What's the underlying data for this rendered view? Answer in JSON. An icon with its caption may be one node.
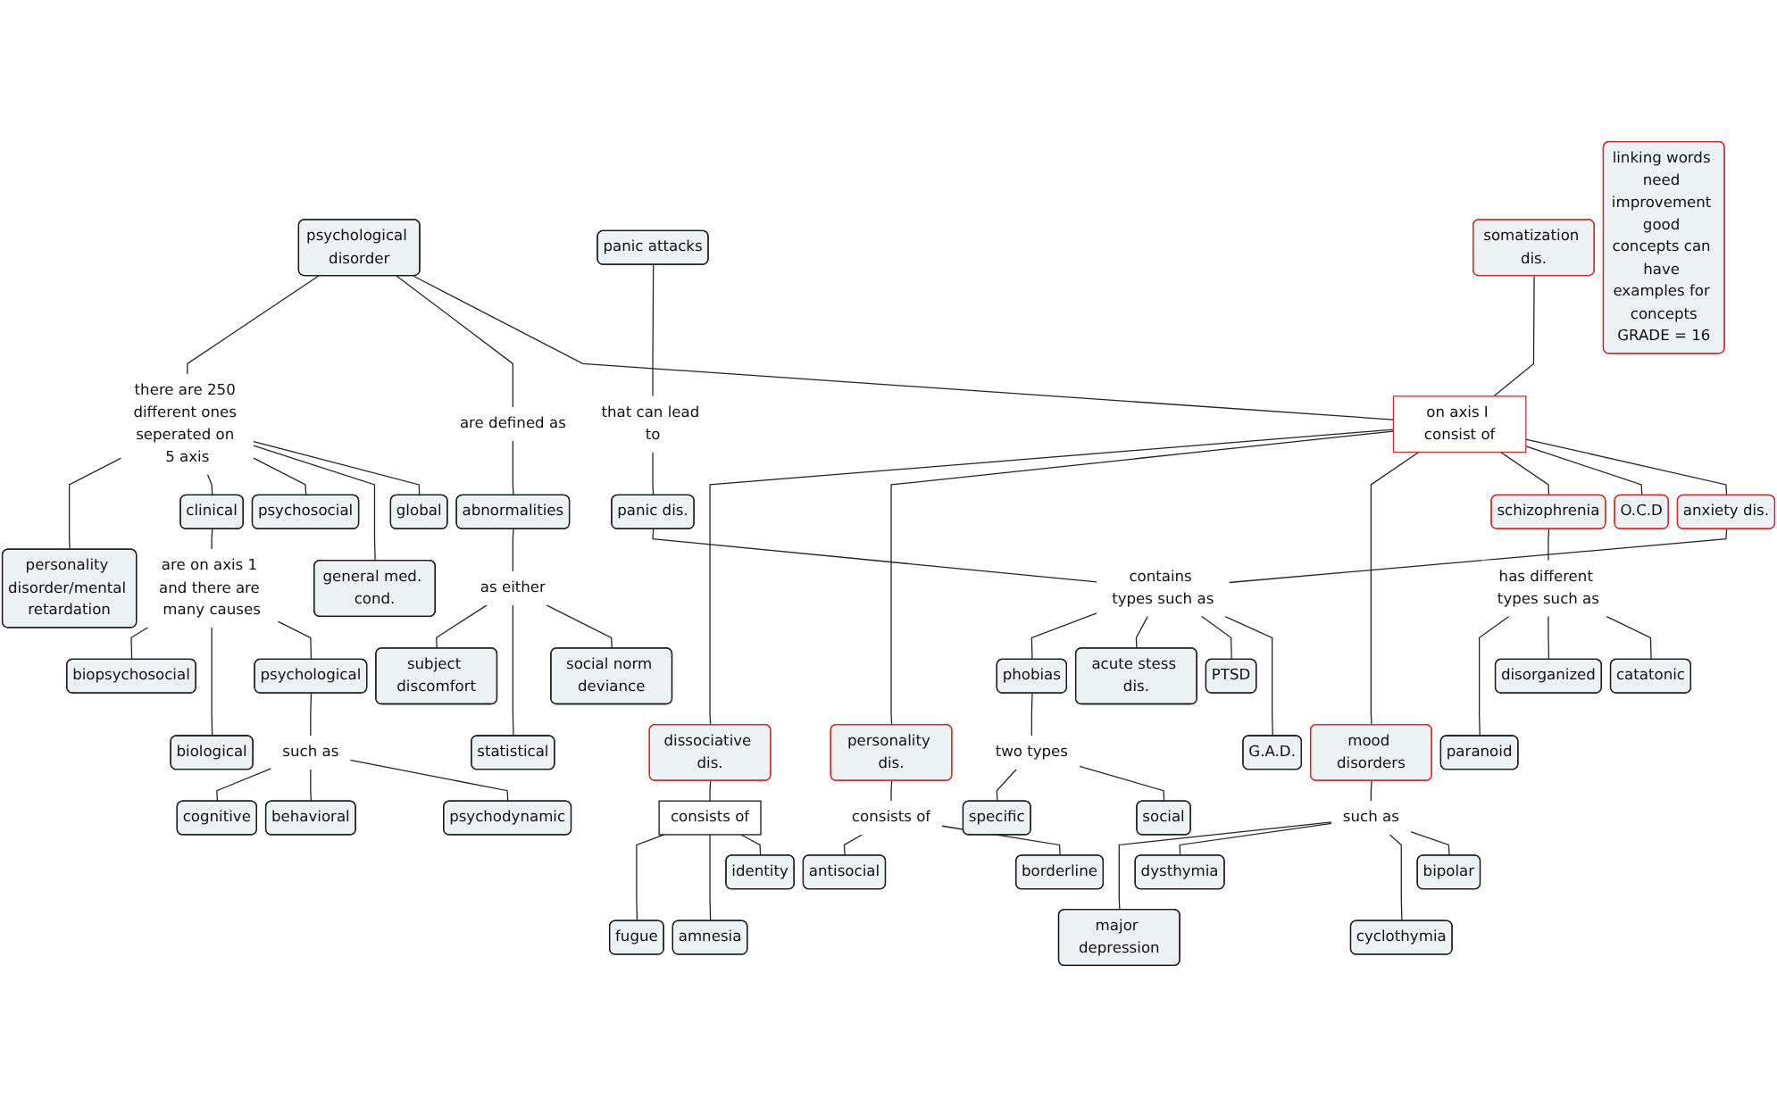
{
  "diagram": {
    "nodes": [
      {
        "text": [
          "panic attacks"
        ]
      },
      {
        "text": [
          "somatization dis."
        ]
      },
      {
        "text": [
          "psychological disorder"
        ]
      },
      {
        "text": [
          "global"
        ]
      },
      {
        "text": [
          "on axis I consist of"
        ]
      },
      {
        "text": [
          "that can lead to"
        ]
      },
      {
        "text": [
          "are defined as"
        ]
      },
      {
        "text": [
          "there are 250 different ones seperated on 5 axis"
        ]
      },
      {
        "text": [
          "general med. cond."
        ]
      },
      {
        "text": [
          "abnormalities"
        ]
      },
      {
        "text": [
          "panic dis."
        ]
      },
      {
        "text": [
          "psychosocial"
        ]
      },
      {
        "text": [
          "clinical"
        ]
      },
      {
        "text": [
          "as either"
        ]
      },
      {
        "text": [
          "anxiety dis."
        ]
      },
      {
        "text": [
          "personality disorder/mental retardation"
        ]
      },
      {
        "text": [
          "contains types such as"
        ]
      },
      {
        "text": [
          "social norm deviance"
        ]
      },
      {
        "text": [
          "O.C.D"
        ]
      },
      {
        "text": [
          "statistical"
        ]
      },
      {
        "text": [
          "subject discomfort"
        ]
      },
      {
        "text": [
          "G.A.D."
        ]
      },
      {
        "text": [
          "are on axis 1 and there are many causes"
        ]
      },
      {
        "text": [
          "PTSD"
        ]
      },
      {
        "text": [
          "acute stess dis."
        ]
      },
      {
        "text": [
          "psychological"
        ]
      },
      {
        "text": [
          "biopsychosocial"
        ]
      },
      {
        "text": [
          "phobias"
        ]
      },
      {
        "text": [
          "biological"
        ]
      },
      {
        "text": [
          "schizophrenia"
        ]
      },
      {
        "text": [
          "such as"
        ]
      },
      {
        "text": [
          "psychodynamic"
        ]
      },
      {
        "text": [
          "behavioral"
        ]
      },
      {
        "text": [
          "two types"
        ]
      },
      {
        "text": [
          "cognitive"
        ]
      },
      {
        "text": [
          "linking words need improvement good concepts can have examples for concepts",
          "GRADE = 16"
        ]
      },
      {
        "text": [
          "social"
        ]
      },
      {
        "text": [
          "specific"
        ]
      },
      {
        "text": [
          "has different types such as"
        ]
      },
      {
        "text": [
          "disorganized"
        ]
      },
      {
        "text": [
          "catatonic"
        ]
      },
      {
        "text": [
          "paranoid"
        ]
      },
      {
        "text": [
          "mood disorders"
        ]
      },
      {
        "text": [
          "bipolar"
        ]
      },
      {
        "text": [
          "dissociative dis."
        ]
      },
      {
        "text": [
          "personality dis."
        ]
      },
      {
        "text": [
          "identity"
        ]
      },
      {
        "text": [
          "such as"
        ]
      },
      {
        "text": [
          "consists of"
        ]
      },
      {
        "text": [
          "cyclothymia"
        ]
      },
      {
        "text": [
          "antisocial"
        ]
      },
      {
        "text": [
          "dysthymia"
        ]
      },
      {
        "text": [
          "borderline"
        ]
      },
      {
        "text": [
          "major depression"
        ]
      },
      {
        "text": [
          "amnesia"
        ]
      },
      {
        "text": [
          "fugue"
        ]
      },
      {
        "text": [
          "consists of"
        ]
      }
    ],
    "edges": [
      {
        "from": 0,
        "to": 5,
        "arrow": "none"
      },
      {
        "from": 5,
        "to": 10,
        "arrow": "none"
      },
      {
        "from": 10,
        "to": 16,
        "arrow": "none"
      },
      {
        "from": 1,
        "to": 4,
        "arrow": "none"
      },
      {
        "from": 2,
        "to": 4,
        "arrow": "none"
      },
      {
        "from": 2,
        "to": 6,
        "arrow": "none"
      },
      {
        "from": 2,
        "to": 7,
        "arrow": "none"
      },
      {
        "from": 4,
        "to": 14,
        "arrow": "none"
      },
      {
        "from": 4,
        "to": 18,
        "arrow": "none"
      },
      {
        "from": 4,
        "to": 29,
        "arrow": "none"
      },
      {
        "from": 4,
        "to": 42,
        "arrow": "none"
      },
      {
        "from": 4,
        "to": 45,
        "arrow": "none"
      },
      {
        "from": 4,
        "to": 44,
        "arrow": "none"
      },
      {
        "from": 6,
        "to": 9,
        "arrow": "none"
      },
      {
        "from": 9,
        "to": 13,
        "arrow": "none"
      },
      {
        "from": 13,
        "to": 17,
        "arrow": "none"
      },
      {
        "from": 13,
        "to": 19,
        "arrow": "none"
      },
      {
        "from": 13,
        "to": 20,
        "arrow": "none"
      },
      {
        "from": 7,
        "to": 3,
        "arrow": "none"
      },
      {
        "from": 7,
        "to": 8,
        "arrow": "none"
      },
      {
        "from": 7,
        "to": 11,
        "arrow": "none"
      },
      {
        "from": 7,
        "to": 12,
        "arrow": "none"
      },
      {
        "from": 7,
        "to": 15,
        "arrow": "none"
      },
      {
        "from": 14,
        "to": 16,
        "arrow": "none"
      },
      {
        "from": 16,
        "to": 21,
        "arrow": "none"
      },
      {
        "from": 16,
        "to": 23,
        "arrow": "none"
      },
      {
        "from": 16,
        "to": 24,
        "arrow": "none"
      },
      {
        "from": 16,
        "to": 27,
        "arrow": "none"
      },
      {
        "from": 27,
        "to": 33,
        "arrow": "none"
      },
      {
        "from": 33,
        "to": 36,
        "arrow": "none"
      },
      {
        "from": 33,
        "to": 37,
        "arrow": "none"
      },
      {
        "from": 12,
        "to": 22,
        "arrow": "none"
      },
      {
        "from": 22,
        "to": 25,
        "arrow": "none"
      },
      {
        "from": 22,
        "to": 28,
        "arrow": "none"
      },
      {
        "from": 22,
        "to": 26,
        "arrow": "none"
      },
      {
        "from": 25,
        "to": 30,
        "arrow": "none"
      },
      {
        "from": 30,
        "to": 31,
        "arrow": "none"
      },
      {
        "from": 30,
        "to": 32,
        "arrow": "none"
      },
      {
        "from": 30,
        "to": 34,
        "arrow": "none"
      },
      {
        "from": 29,
        "to": 38,
        "arrow": "none"
      },
      {
        "from": 38,
        "to": 40,
        "arrow": "none"
      },
      {
        "from": 38,
        "to": 39,
        "arrow": "none"
      },
      {
        "from": 38,
        "to": 41,
        "arrow": "none"
      },
      {
        "from": 42,
        "to": 47,
        "arrow": "none"
      },
      {
        "from": 47,
        "to": 43,
        "arrow": "none"
      },
      {
        "from": 47,
        "to": 49,
        "arrow": "none"
      },
      {
        "from": 47,
        "to": 51,
        "arrow": "none"
      },
      {
        "from": 47,
        "to": 53,
        "arrow": "none"
      },
      {
        "from": 44,
        "to": 48,
        "arrow": "none"
      },
      {
        "from": 48,
        "to": 46,
        "arrow": "none"
      },
      {
        "from": 48,
        "to": 54,
        "arrow": "none"
      },
      {
        "from": 48,
        "to": 55,
        "arrow": "none"
      },
      {
        "from": 45,
        "to": 56,
        "arrow": "none"
      },
      {
        "from": 56,
        "to": 52,
        "arrow": "none"
      },
      {
        "from": 56,
        "to": 50,
        "arrow": "none"
      }
    ]
  }
}
